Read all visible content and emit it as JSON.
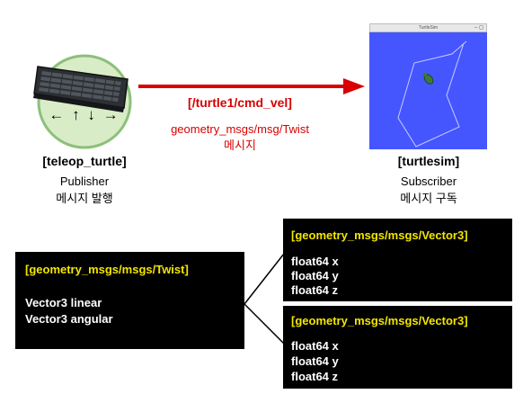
{
  "publisher": {
    "node": "[teleop_turtle]",
    "role": "Publisher",
    "desc": "메시지 발행",
    "arrows": "← ↑ ↓ →"
  },
  "topic": {
    "name": "[/turtle1/cmd_vel]",
    "type": "geometry_msgs/msg/Twist",
    "type_desc": "메시지"
  },
  "subscriber": {
    "node": "[turtlesim]",
    "role": "Subscriber",
    "desc": "메시지 구독",
    "window_title": "TurtleSim"
  },
  "twist_box": {
    "header": "[geometry_msgs/msgs/Twist]",
    "fields": [
      "Vector3  linear",
      "Vector3  angular"
    ]
  },
  "vector_box_1": {
    "header": "[geometry_msgs/msgs/Vector3]",
    "fields": [
      "float64 x",
      "float64 y",
      "float64 z"
    ]
  },
  "vector_box_2": {
    "header": "[geometry_msgs/msgs/Vector3]",
    "fields": [
      "float64 x",
      "float64 y",
      "float64 z"
    ]
  },
  "colors": {
    "arrow": "#d80000",
    "box_bg": "#000000",
    "box_header": "#f2e600",
    "turtlesim_bg": "#4556ff",
    "circle_bg": "#d9ecc8",
    "circle_border": "#8cc07a"
  }
}
